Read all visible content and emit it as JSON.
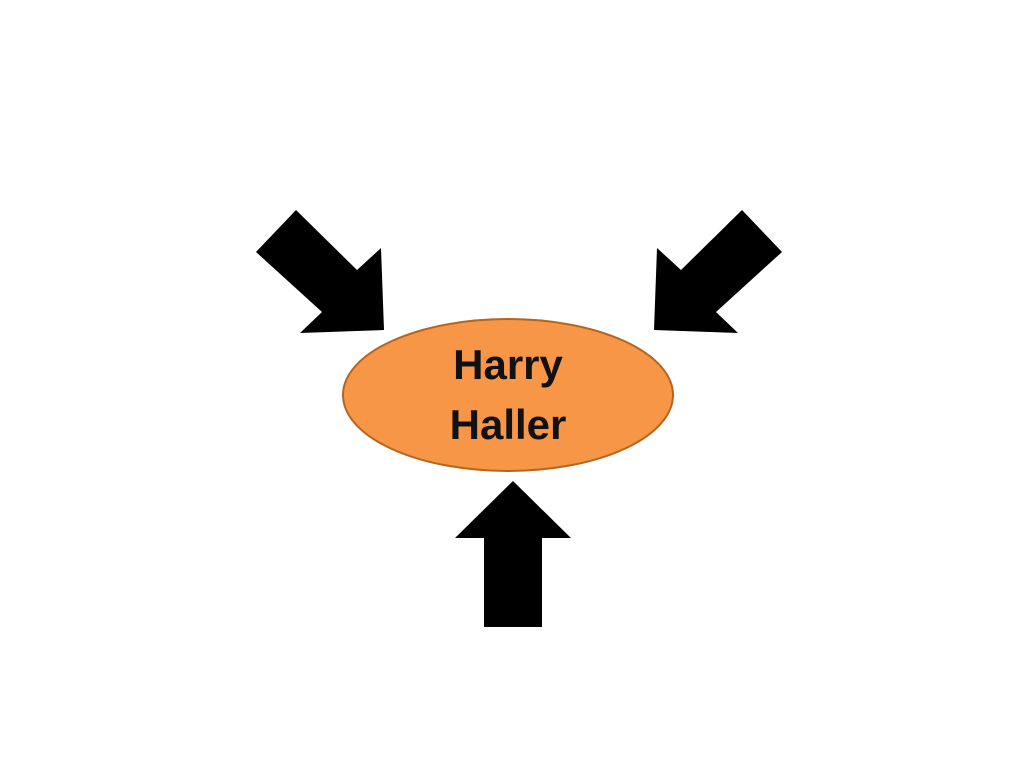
{
  "diagram": {
    "center_node": {
      "lines": [
        "Harry",
        "Haller"
      ],
      "fill_color": "#F79646",
      "border_color": "#B5651D"
    },
    "arrows": [
      {
        "name": "arrow-from-top-left",
        "direction": "down-right"
      },
      {
        "name": "arrow-from-top-right",
        "direction": "down-left"
      },
      {
        "name": "arrow-from-bottom",
        "direction": "up"
      }
    ],
    "arrow_color": "#000000"
  }
}
